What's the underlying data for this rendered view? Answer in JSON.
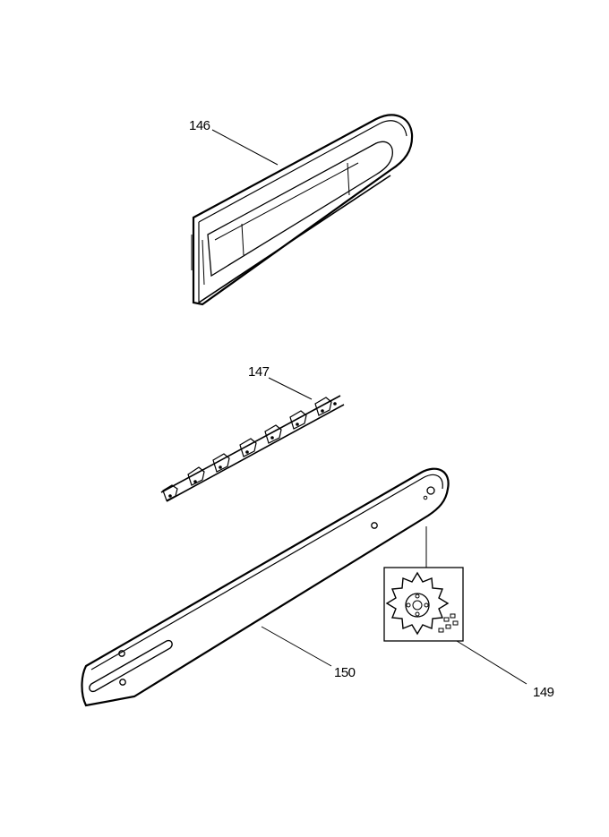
{
  "callouts": {
    "p146": "146",
    "p147": "147",
    "p149": "149",
    "p150": "150"
  },
  "colors": {
    "line": "#000000",
    "background": "#ffffff"
  }
}
